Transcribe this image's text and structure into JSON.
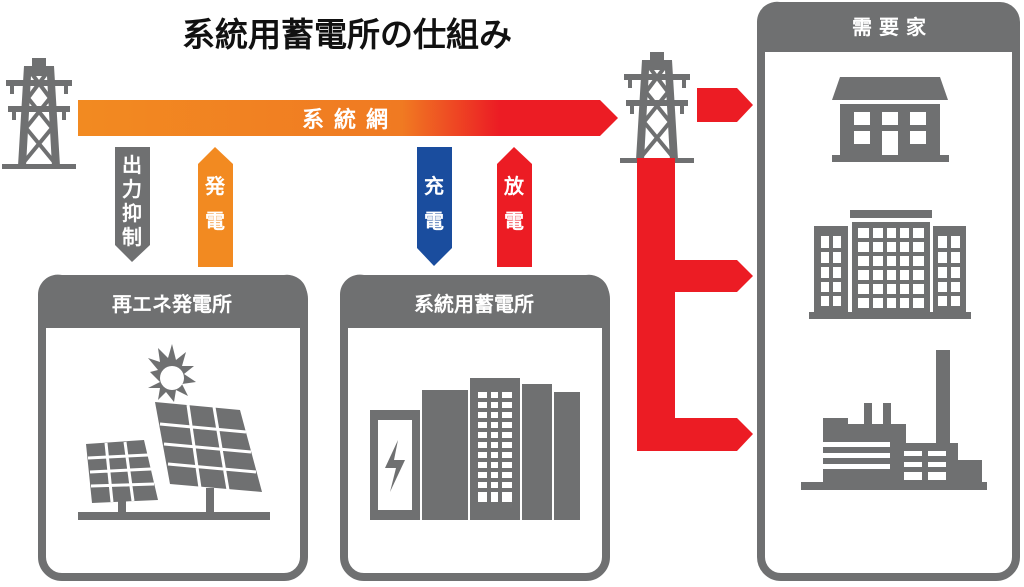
{
  "title": "系統用蓄電所の仕組み",
  "grid": {
    "label": "系統網"
  },
  "flows": {
    "curtail": [
      "出",
      "力",
      "抑",
      "制"
    ],
    "generate": [
      "発",
      "電"
    ],
    "charge": [
      "充",
      "電"
    ],
    "discharge": [
      "放",
      "電"
    ]
  },
  "boxes": {
    "renewable": "再エネ発電所",
    "storage": "系統用蓄電所",
    "consumers": "需 要 家"
  },
  "colors": {
    "gray": "#6f7071",
    "orange": "#f28a21",
    "red": "#ec1c24",
    "blue": "#1a4d9e"
  }
}
